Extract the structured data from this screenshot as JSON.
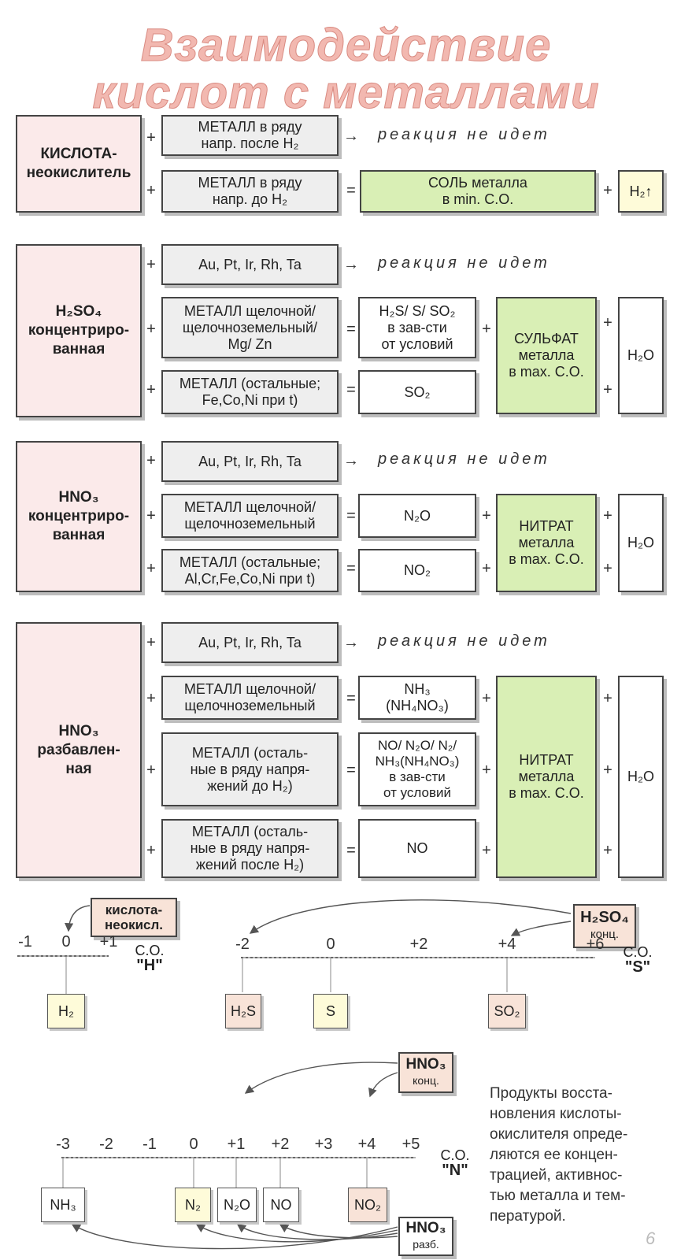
{
  "title": {
    "line1": "Взаимодействие",
    "line2": "кислот с металлами"
  },
  "no_reaction": "реакция не идет",
  "block1": {
    "acid": "КИСЛОТА-\nнеокислитель",
    "metal_after": "МЕТАЛЛ в ряду\nнапр. после H₂",
    "metal_before": "МЕТАЛЛ в ряду\nнапр. до H₂",
    "salt": "СОЛЬ металла\nв min. С.О.",
    "h2": "H₂↑"
  },
  "block2": {
    "acid": "H₂SO₄\nконцентриро-\nванная",
    "noble": "Au, Pt, Ir, Rh, Ta",
    "alkali": "МЕТАЛЛ щелочной/\nщелочноземельный/\nMg/ Zn",
    "other": "МЕТАЛЛ (остальные;\nFe,Co,Ni при t)",
    "prod_alkali": "H₂S/ S/ SO₂\nв зав-сти\nот условий",
    "prod_other": "SO₂",
    "salt": "СУЛЬФАТ\nметалла\nв max. С.О.",
    "water": "H₂O"
  },
  "block3": {
    "acid": "HNO₃\nконцентриро-\nванная",
    "noble": "Au, Pt, Ir, Rh, Ta",
    "alkali": "МЕТАЛЛ щелочной/\nщелочноземельный",
    "other": "МЕТАЛЛ (остальные;\nAl,Cr,Fe,Co,Ni при t)",
    "prod_alkali": "N₂O",
    "prod_other": "NO₂",
    "salt": "НИТРАТ\nметалла\nв max. С.О.",
    "water": "H₂O"
  },
  "block4": {
    "acid": "HNO₃\nразбавлен-\nная",
    "noble": "Au, Pt, Ir, Rh, Ta",
    "alkali": "МЕТАЛЛ щелочной/\nщелочноземельный",
    "before": "МЕТАЛЛ (осталь-\nные в ряду напря-\nжений до H₂)",
    "after": "МЕТАЛЛ (осталь-\nные в ряду напря-\nжений после H₂)",
    "prod_alkali": "NH₃\n(NH₄NO₃)",
    "prod_before": "NO/ N₂O/ N₂/\nNH₃(NH₄NO₃)\nв зав-сти\nот условий",
    "prod_after": "NO",
    "salt": "НИТРАТ\nметалла\nв max. С.О.",
    "water": "H₂O"
  },
  "scale_h": {
    "label": "кислота-\nнеокисл.",
    "ticks": [
      "-1",
      "0",
      "+1"
    ],
    "axis": "С.О.",
    "element": "\"H\"",
    "products": [
      "H₂"
    ]
  },
  "scale_s": {
    "label": "H₂SO₄",
    "sublabel": "конц.",
    "ticks": [
      "-2",
      "0",
      "+2",
      "+4",
      "+6"
    ],
    "axis": "С.О.",
    "element": "\"S\"",
    "products": [
      "H₂S",
      "S",
      "SO₂"
    ]
  },
  "scale_n": {
    "label_conc": "HNO₃",
    "sub_conc": "конц.",
    "label_dil": "HNO₃",
    "sub_dil": "разб.",
    "ticks": [
      "-3",
      "-2",
      "-1",
      "0",
      "+1",
      "+2",
      "+3",
      "+4",
      "+5"
    ],
    "axis": "С.О.",
    "element": "\"N\"",
    "products": [
      "NH₃",
      "N₂",
      "N₂O",
      "NO",
      "NO₂"
    ]
  },
  "note": "Продукты восста-\nновления кислоты-\nокислителя опреде-\nляются ее концен-\nтрацией, активнос-\nтью металла и тем-\nпературой.",
  "page_number": "6",
  "colors": {
    "acid_bg": "#fbeaea",
    "metal_bg": "#eeeeee",
    "salt_bg": "#d9efb5",
    "title": "#f2b8b0"
  }
}
